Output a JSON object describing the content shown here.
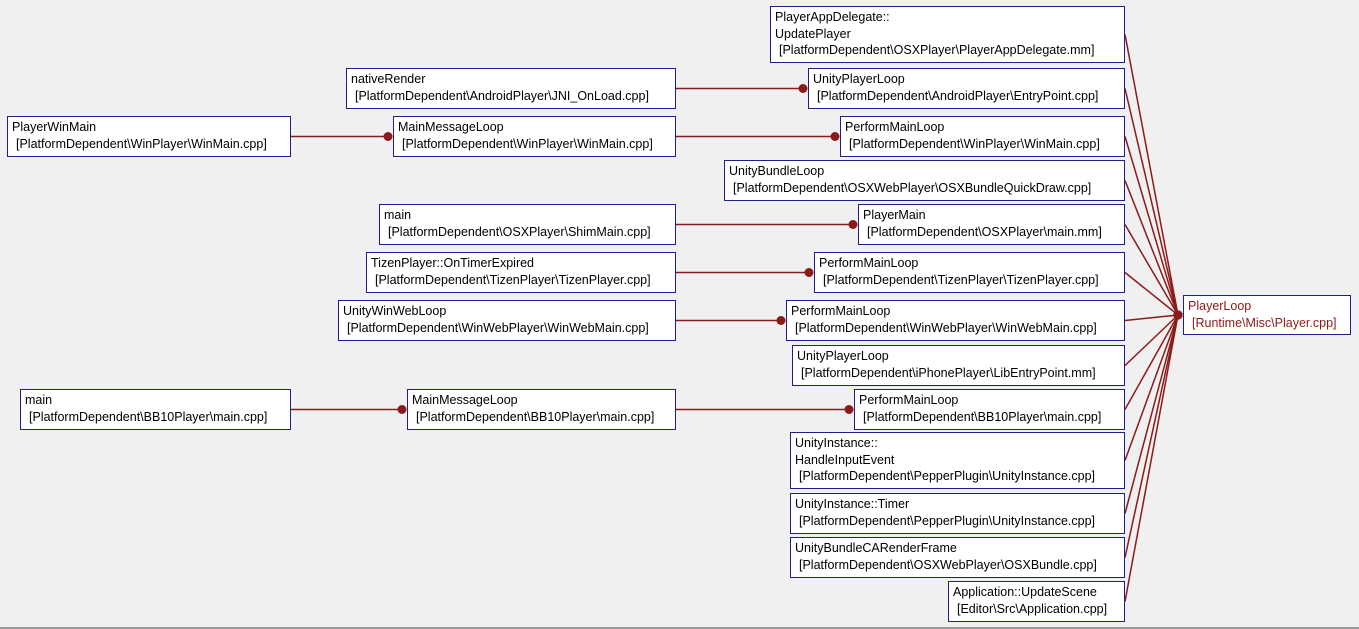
{
  "colors": {
    "edge": "#8b1a1a",
    "node_border": "#1f1f8a",
    "background": "#f0f0f0"
  },
  "nodes": {
    "player_loop": {
      "lines": [
        "PlayerLoop"
      ],
      "file": "[Runtime\\Misc\\Player.cpp]"
    },
    "app_delegate_update": {
      "lines": [
        "PlayerAppDelegate::",
        "UpdatePlayer"
      ],
      "file": "[PlatformDependent\\OSXPlayer\\PlayerAppDelegate.mm]"
    },
    "unity_player_loop_android": {
      "lines": [
        "UnityPlayerLoop"
      ],
      "file": "[PlatformDependent\\AndroidPlayer\\EntryPoint.cpp]"
    },
    "perform_main_loop_win": {
      "lines": [
        "PerformMainLoop"
      ],
      "file": "[PlatformDependent\\WinPlayer\\WinMain.cpp]"
    },
    "unity_bundle_loop": {
      "lines": [
        "UnityBundleLoop"
      ],
      "file": "[PlatformDependent\\OSXWebPlayer\\OSXBundleQuickDraw.cpp]"
    },
    "player_main_osx": {
      "lines": [
        "PlayerMain"
      ],
      "file": "[PlatformDependent\\OSXPlayer\\main.mm]"
    },
    "perform_main_loop_tizen": {
      "lines": [
        "PerformMainLoop"
      ],
      "file": "[PlatformDependent\\TizenPlayer\\TizenPlayer.cpp]"
    },
    "perform_main_loop_webwin": {
      "lines": [
        "PerformMainLoop"
      ],
      "file": "[PlatformDependent\\WinWebPlayer\\WinWebMain.cpp]"
    },
    "unity_player_loop_iphone": {
      "lines": [
        "UnityPlayerLoop"
      ],
      "file": "[PlatformDependent\\iPhonePlayer\\LibEntryPoint.mm]"
    },
    "perform_main_loop_bb10": {
      "lines": [
        "PerformMainLoop"
      ],
      "file": "[PlatformDependent\\BB10Player\\main.cpp]"
    },
    "unity_instance_handle_input": {
      "lines": [
        "UnityInstance::",
        "HandleInputEvent"
      ],
      "file": "[PlatformDependent\\PepperPlugin\\UnityInstance.cpp]"
    },
    "unity_instance_timer": {
      "lines": [
        "UnityInstance::Timer"
      ],
      "file": "[PlatformDependent\\PepperPlugin\\UnityInstance.cpp]"
    },
    "unity_bundle_ca_render": {
      "lines": [
        "UnityBundleCARenderFrame"
      ],
      "file": "[PlatformDependent\\OSXWebPlayer\\OSXBundle.cpp]"
    },
    "app_update_scene": {
      "lines": [
        "Application::UpdateScene"
      ],
      "file": "[Editor\\Src\\Application.cpp]"
    },
    "native_render": {
      "lines": [
        "nativeRender"
      ],
      "file": "[PlatformDependent\\AndroidPlayer\\JNI_OnLoad.cpp]"
    },
    "main_message_loop_win": {
      "lines": [
        "MainMessageLoop"
      ],
      "file": "[PlatformDependent\\WinPlayer\\WinMain.cpp]"
    },
    "main_shim": {
      "lines": [
        "main"
      ],
      "file": "[PlatformDependent\\OSXPlayer\\ShimMain.cpp]"
    },
    "tizen_on_timer": {
      "lines": [
        "TizenPlayer::OnTimerExpired"
      ],
      "file": "[PlatformDependent\\TizenPlayer\\TizenPlayer.cpp]"
    },
    "unity_win_web_loop": {
      "lines": [
        "UnityWinWebLoop"
      ],
      "file": "[PlatformDependent\\WinWebPlayer\\WinWebMain.cpp]"
    },
    "main_message_loop_bb10": {
      "lines": [
        "MainMessageLoop"
      ],
      "file": "[PlatformDependent\\BB10Player\\main.cpp]"
    },
    "player_win_main": {
      "lines": [
        "PlayerWinMain"
      ],
      "file": "[PlatformDependent\\WinPlayer\\WinMain.cpp]"
    },
    "main_bb10": {
      "lines": [
        "main"
      ],
      "file": "[PlatformDependent\\BB10Player\\main.cpp]"
    }
  },
  "edges": [
    [
      "app_delegate_update",
      "player_loop"
    ],
    [
      "unity_player_loop_android",
      "player_loop"
    ],
    [
      "perform_main_loop_win",
      "player_loop"
    ],
    [
      "unity_bundle_loop",
      "player_loop"
    ],
    [
      "player_main_osx",
      "player_loop"
    ],
    [
      "perform_main_loop_tizen",
      "player_loop"
    ],
    [
      "perform_main_loop_webwin",
      "player_loop"
    ],
    [
      "unity_player_loop_iphone",
      "player_loop"
    ],
    [
      "perform_main_loop_bb10",
      "player_loop"
    ],
    [
      "unity_instance_handle_input",
      "player_loop"
    ],
    [
      "unity_instance_timer",
      "player_loop"
    ],
    [
      "unity_bundle_ca_render",
      "player_loop"
    ],
    [
      "app_update_scene",
      "player_loop"
    ],
    [
      "native_render",
      "unity_player_loop_android"
    ],
    [
      "main_message_loop_win",
      "perform_main_loop_win"
    ],
    [
      "main_shim",
      "player_main_osx"
    ],
    [
      "tizen_on_timer",
      "perform_main_loop_tizen"
    ],
    [
      "unity_win_web_loop",
      "perform_main_loop_webwin"
    ],
    [
      "main_message_loop_bb10",
      "perform_main_loop_bb10"
    ],
    [
      "player_win_main",
      "main_message_loop_win"
    ],
    [
      "main_bb10",
      "main_message_loop_bb10"
    ]
  ]
}
